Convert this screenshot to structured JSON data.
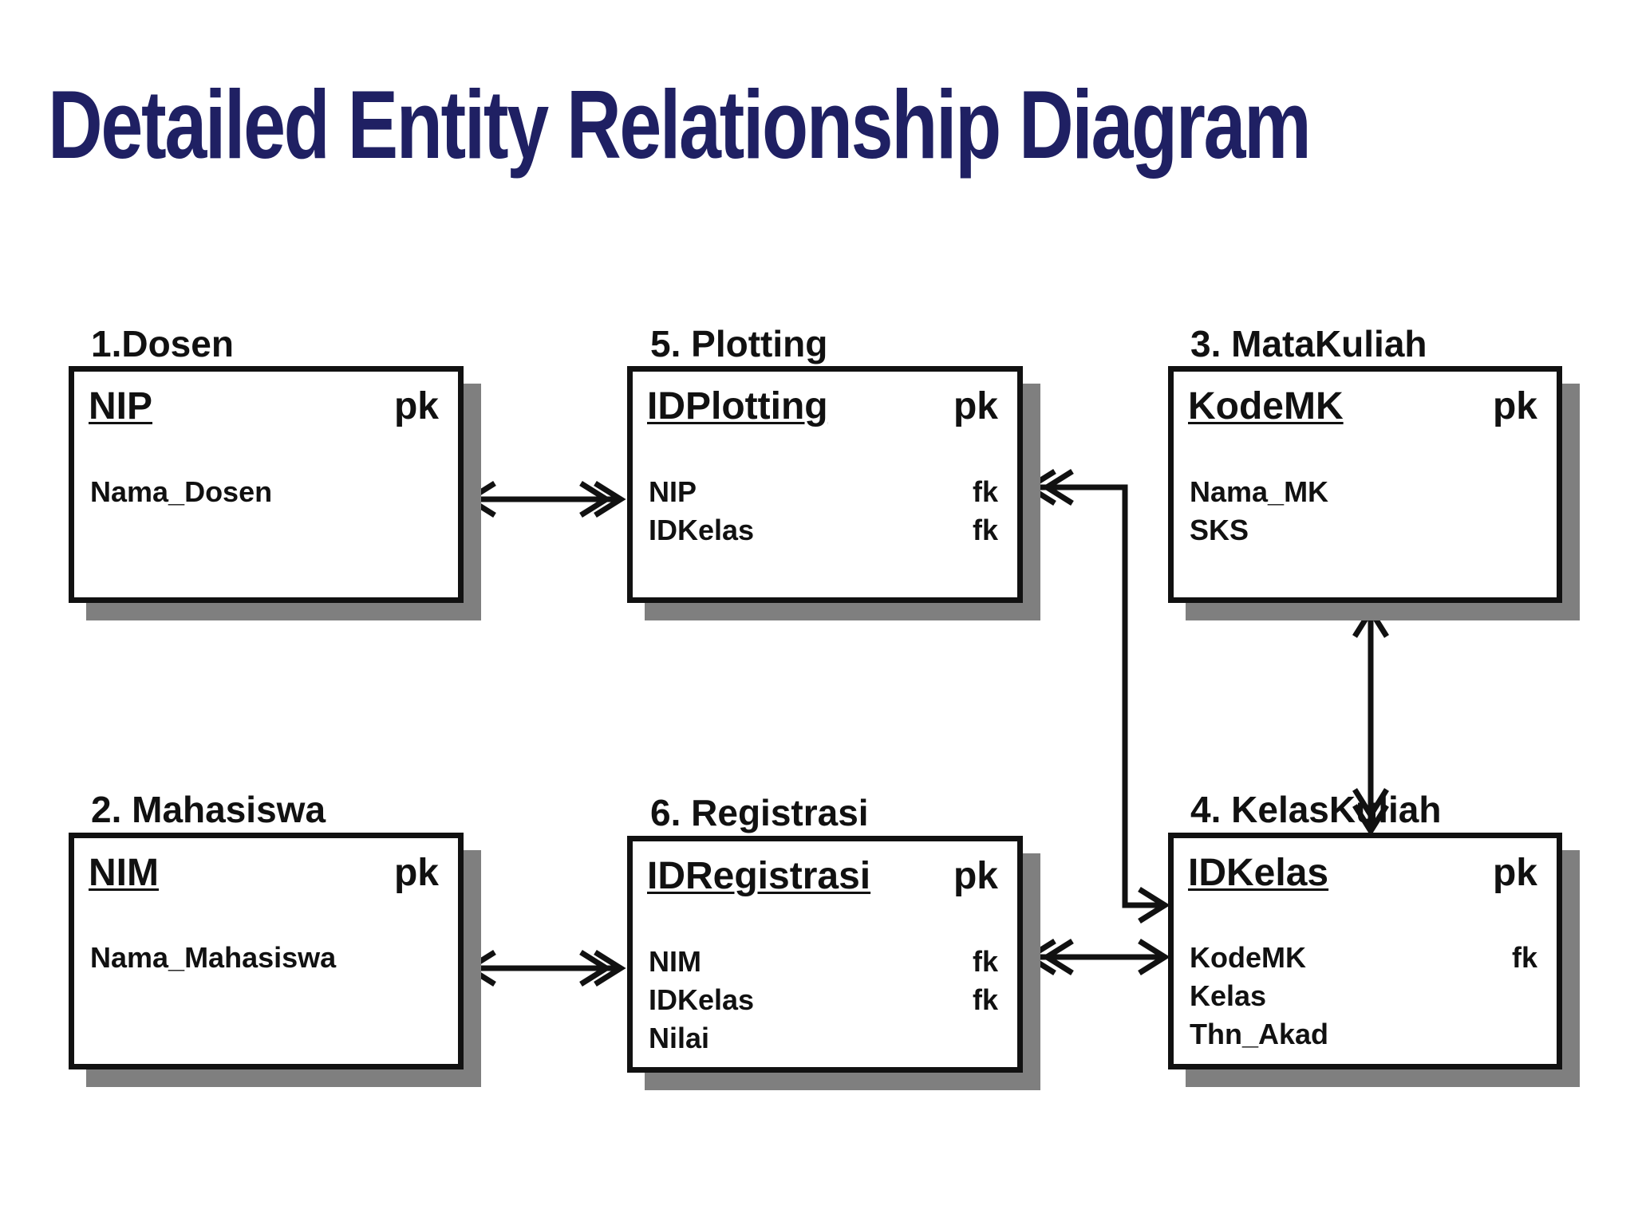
{
  "title": "Detailed Entity Relationship Diagram",
  "colors": {
    "title": "#1f2063",
    "line": "#111111",
    "shadow": "#7f7f7f"
  },
  "entities": [
    {
      "id": "dosen",
      "name": "1.Dosen",
      "pk": {
        "name": "NIP",
        "tag": "pk"
      },
      "attributes": [
        {
          "name": "Nama_Dosen",
          "tag": ""
        }
      ]
    },
    {
      "id": "mahasiswa",
      "name": "2. Mahasiswa",
      "pk": {
        "name": "NIM",
        "tag": "pk"
      },
      "attributes": [
        {
          "name": "Nama_Mahasiswa",
          "tag": ""
        }
      ]
    },
    {
      "id": "matakuliah",
      "name": "3. MataKuliah",
      "pk": {
        "name": "KodeMK",
        "tag": "pk"
      },
      "attributes": [
        {
          "name": "Nama_MK",
          "tag": ""
        },
        {
          "name": "SKS",
          "tag": ""
        }
      ]
    },
    {
      "id": "kelaskuliah",
      "name": "4. KelasKuliah",
      "pk": {
        "name": "IDKelas",
        "tag": "pk"
      },
      "attributes": [
        {
          "name": "KodeMK",
          "tag": "fk"
        },
        {
          "name": "Kelas",
          "tag": ""
        },
        {
          "name": "Thn_Akad",
          "tag": ""
        }
      ]
    },
    {
      "id": "plotting",
      "name": "5. Plotting",
      "pk": {
        "name": "IDPlotting",
        "tag": "pk"
      },
      "attributes": [
        {
          "name": "NIP",
          "tag": "fk"
        },
        {
          "name": "IDKelas",
          "tag": "fk"
        }
      ]
    },
    {
      "id": "registrasi",
      "name": "6. Registrasi",
      "pk": {
        "name": "IDRegistrasi",
        "tag": "pk"
      },
      "attributes": [
        {
          "name": "NIM",
          "tag": "fk"
        },
        {
          "name": "IDKelas",
          "tag": "fk"
        },
        {
          "name": "Nilai",
          "tag": ""
        }
      ]
    }
  ],
  "relationships": [
    {
      "from": "dosen",
      "to": "plotting",
      "from_end": "one",
      "to_end": "many"
    },
    {
      "from": "mahasiswa",
      "to": "registrasi",
      "from_end": "one",
      "to_end": "many"
    },
    {
      "from": "kelaskuliah",
      "to": "plotting",
      "from_end": "one",
      "to_end": "many"
    },
    {
      "from": "kelaskuliah",
      "to": "registrasi",
      "from_end": "one",
      "to_end": "many"
    },
    {
      "from": "matakuliah",
      "to": "kelaskuliah",
      "from_end": "one",
      "to_end": "many"
    }
  ]
}
